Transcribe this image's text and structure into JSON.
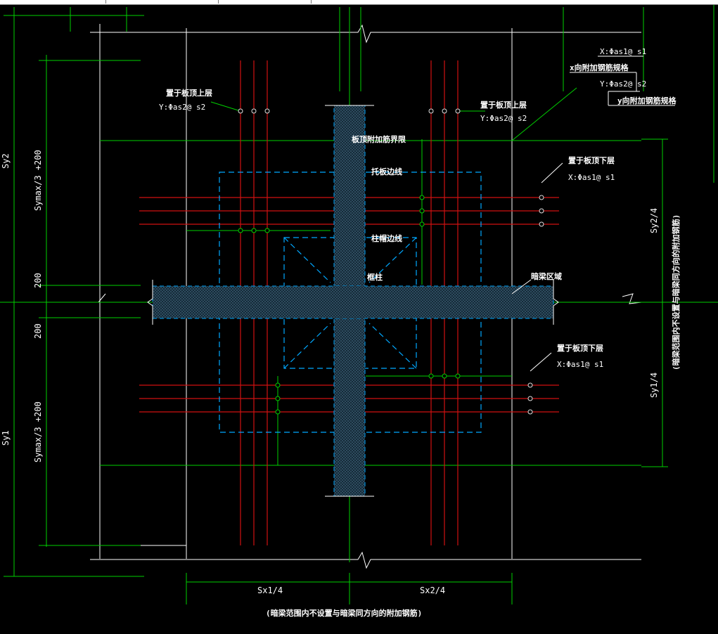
{
  "colors": {
    "background": "#000000",
    "border_white": "#ffffff",
    "dimension_green": "#00e000",
    "rebar_red": "#d01010",
    "dashed_blue": "#00a8ff",
    "dot_stroke": "#e0e0e0",
    "hatch_fill": "#183040"
  },
  "labels": {
    "top_left_line1": "置于板顶上层",
    "top_left_line2": "Y:Φas2@ s2",
    "top_mid_line1": "置于板顶上层",
    "top_mid_line2": "Y:Φas2@ s2",
    "top_right_x": "X:Φas1@ s1",
    "top_right_x_desc": "x向附加钢筋规格",
    "top_right_y": "Y:Φas2@ s2",
    "top_right_y_desc": "y向附加钢筋规格",
    "bottom_right_line1": "置于板顶下层",
    "bottom_right_line2": "X:Φas1@ s1",
    "lower_right_line1": "置于板顶下层",
    "lower_right_line2": "X:Φas1@ s1",
    "slab_boundary": "板顶附加筋界限",
    "drop_panel_edge": "托板边线",
    "column_cap_edge": "柱帽边线",
    "column": "框柱",
    "hidden_beam_zone": "暗梁区域",
    "right_vertical_note": "(暗梁范围内不设置与暗梁同方向的附加钢筋)",
    "bottom_note": "(暗梁范围内不设置与暗梁同方向的附加钢筋)"
  },
  "dimensions": {
    "sy2": "Sy2",
    "symax_top": "Symax/3 +200",
    "d200_top": "200",
    "d200_bottom": "200",
    "symax_bottom": "Symax/3 +200",
    "sy1": "Sy1",
    "sy2_4": "Sy2/4",
    "sy1_4": "Sy1/4",
    "sx1_4": "Sx1/4",
    "sx2_4": "Sx2/4"
  }
}
